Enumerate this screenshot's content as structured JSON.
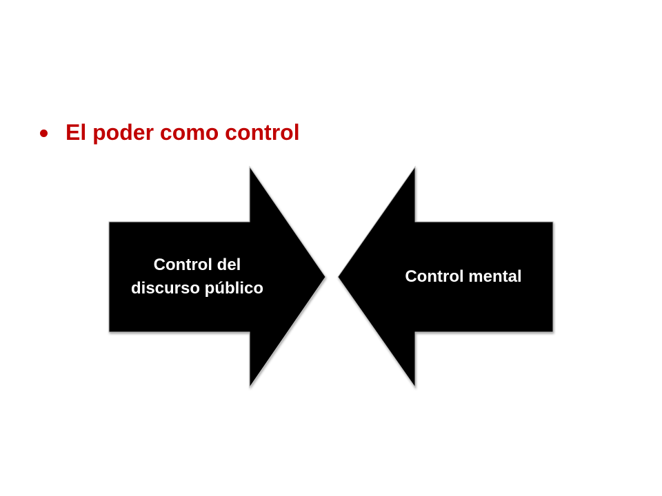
{
  "slide": {
    "bullet": {
      "text": "El poder como control",
      "color": "#C00000"
    },
    "diagram": {
      "arrow_fill": "#000000",
      "arrow_stroke": "#bdbdbd",
      "label_color": "#ffffff",
      "left_arrow": {
        "direction": "right",
        "label": "Control del discurso público"
      },
      "right_arrow": {
        "direction": "left",
        "label": "Control mental"
      }
    }
  }
}
